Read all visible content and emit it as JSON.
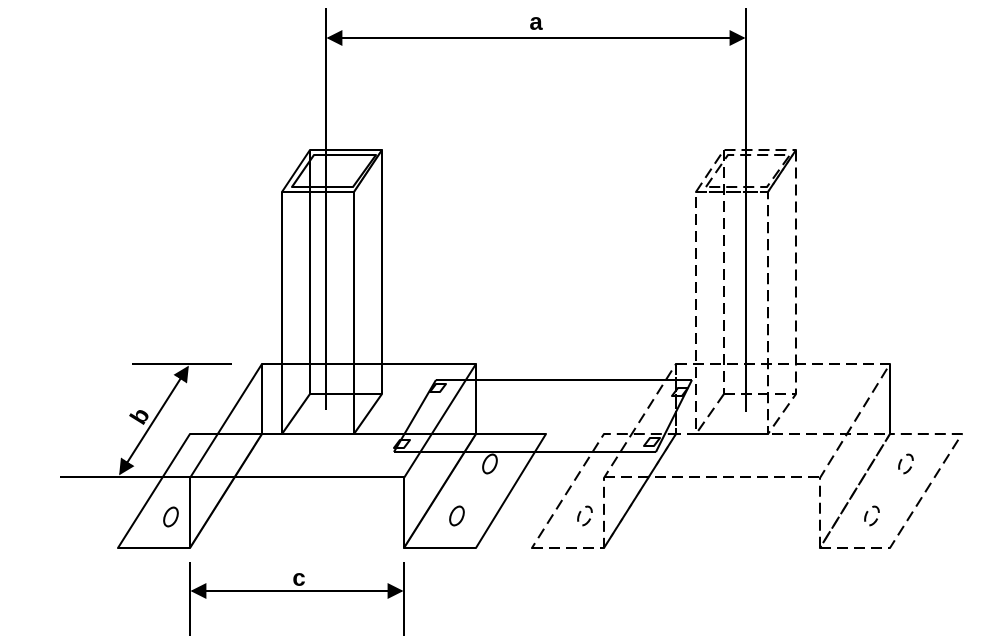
{
  "labels": {
    "dim_a": "a",
    "dim_b": "b",
    "dim_c": "c"
  },
  "colors": {
    "stroke": "#000000",
    "background": "#ffffff"
  }
}
